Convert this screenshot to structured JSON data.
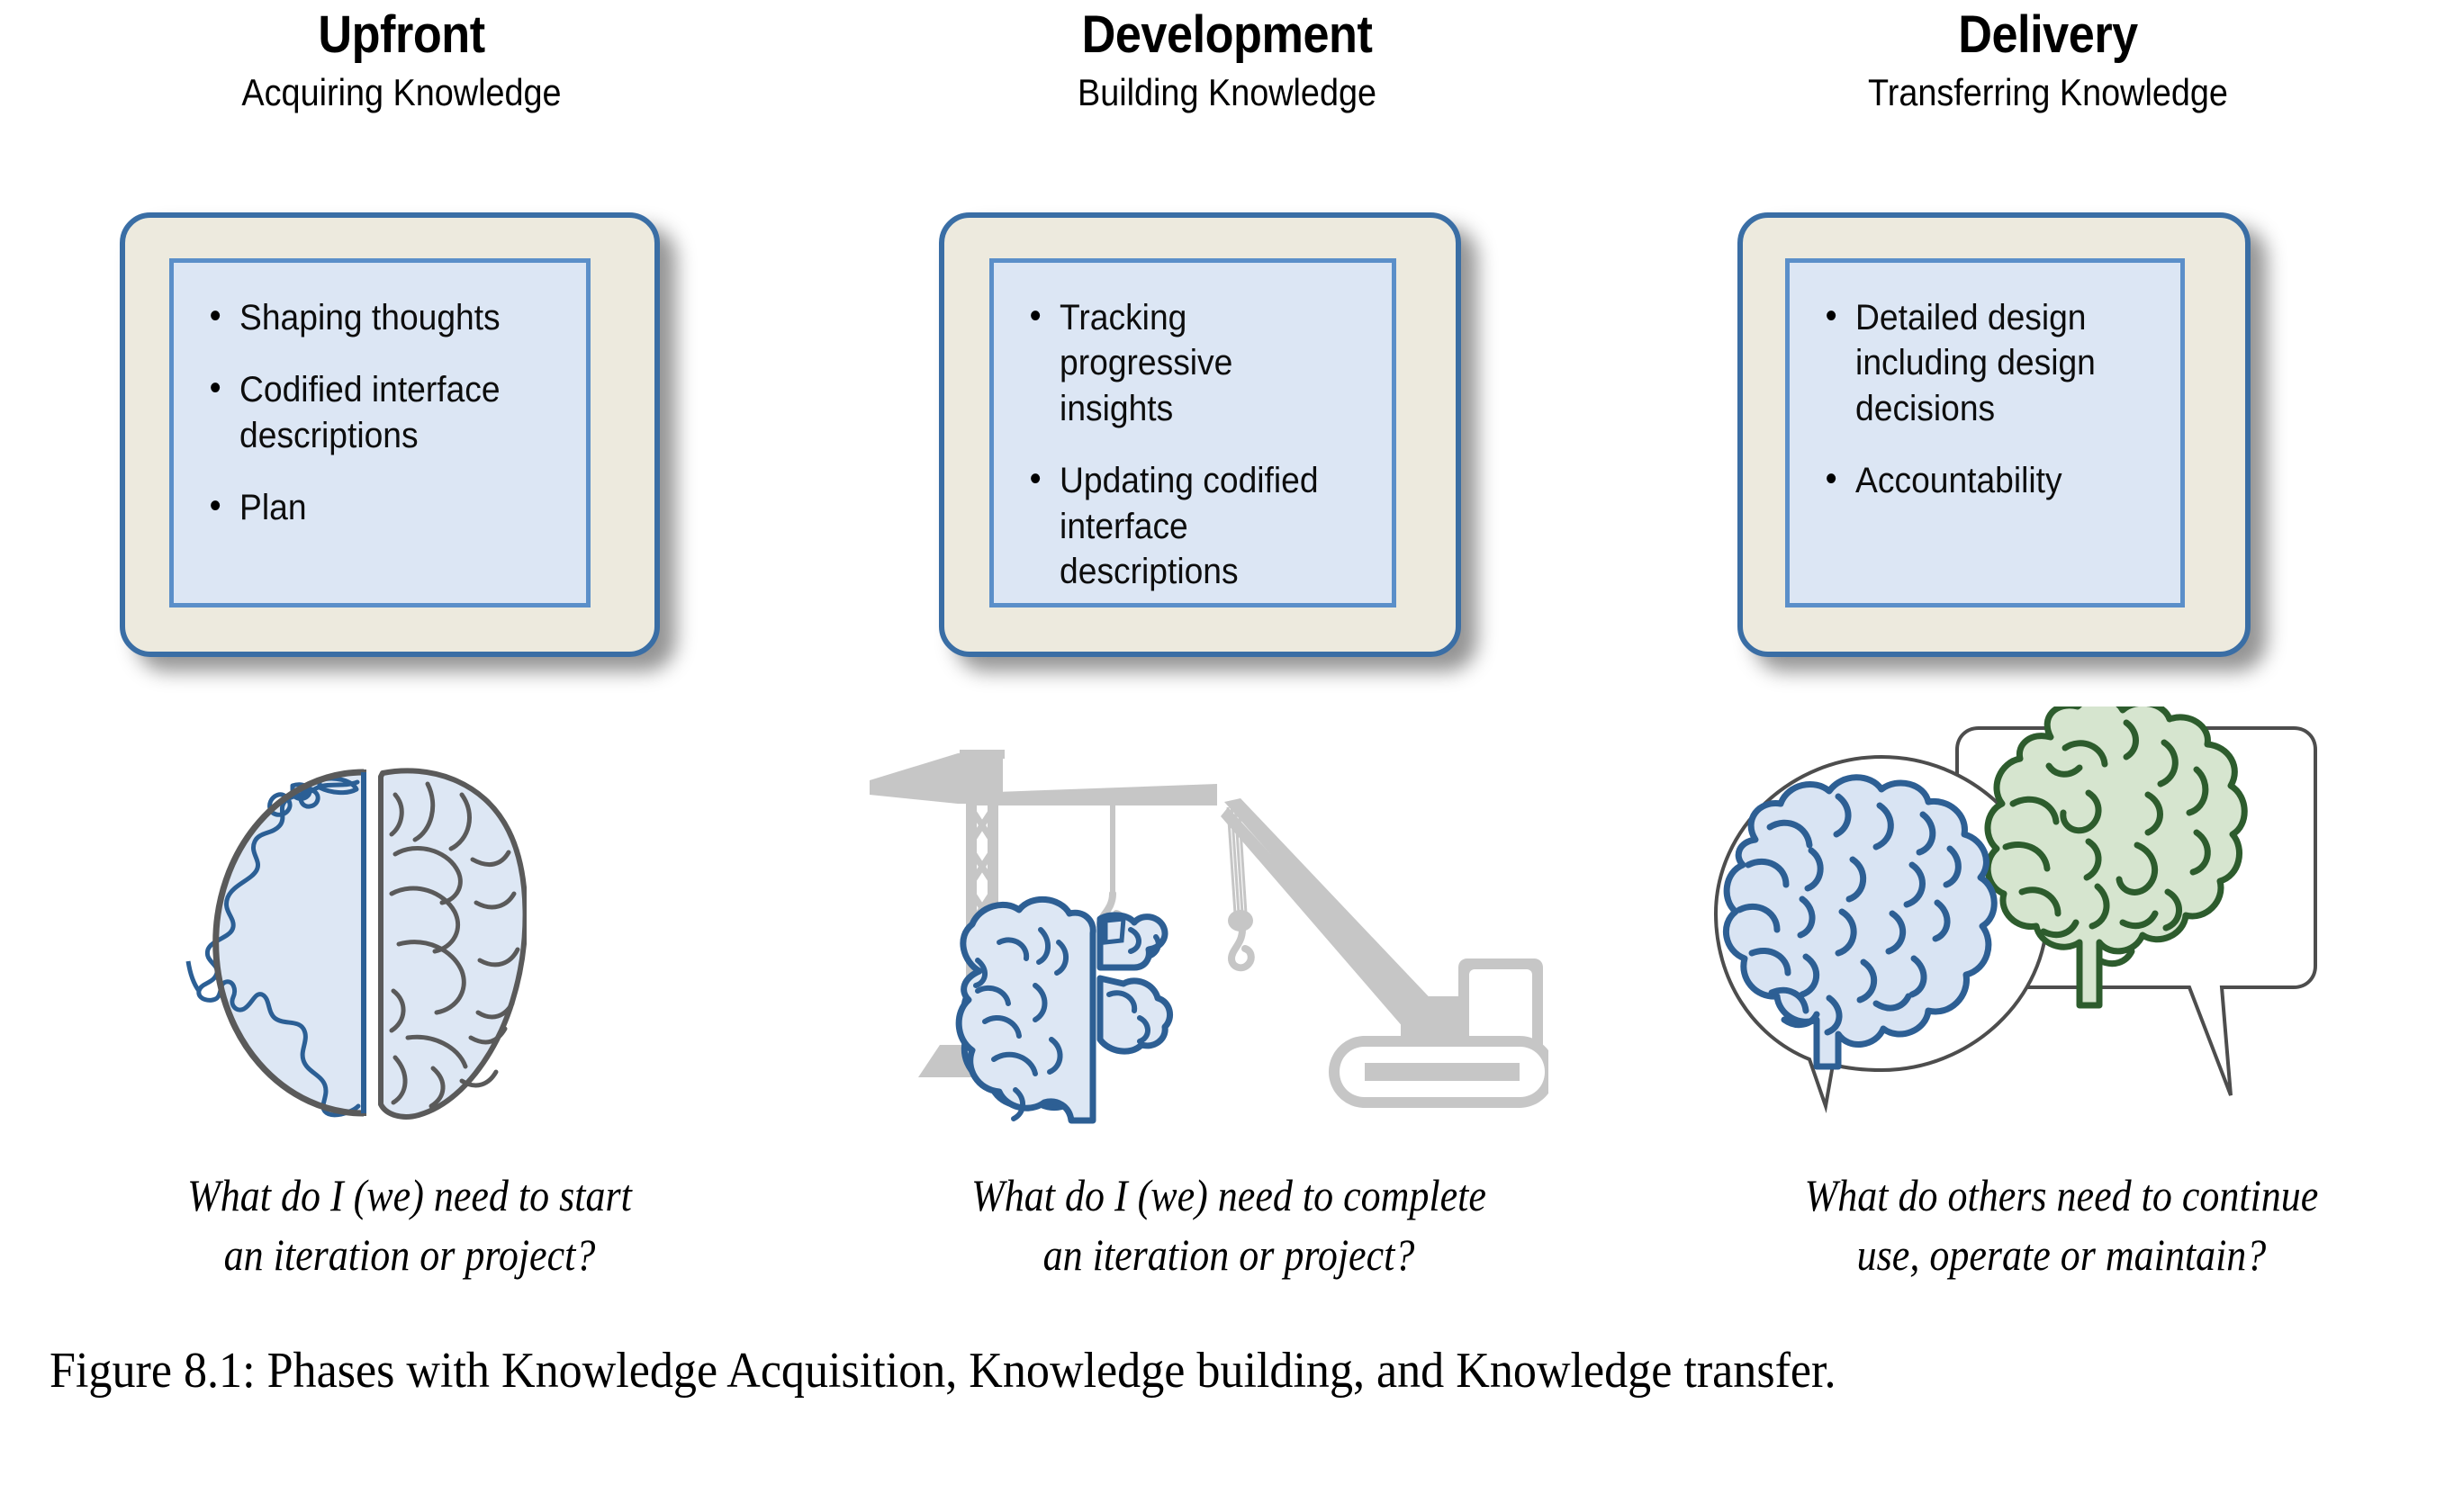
{
  "columns": [
    {
      "title": "Upfront",
      "subtitle": "Acquiring Knowledge",
      "bullets": [
        "Shaping thoughts",
        "Codified interface descriptions",
        "Plan"
      ],
      "icon": "globe-brain-icon",
      "question": "What do I (we) need to start an iteration or project?",
      "question_line1": "What do I (we) need to start",
      "question_line2": "an iteration or project?"
    },
    {
      "title": "Development",
      "subtitle": "Building Knowledge",
      "bullets": [
        "Tracking progressive insights",
        "Updating codified interface descriptions"
      ],
      "icon": "crane-brain-construction-icon",
      "question": "What do I (we) need to complete an iteration or project?",
      "question_line1": "What do I (we) need to complete",
      "question_line2": "an iteration or project?"
    },
    {
      "title": "Delivery",
      "subtitle": "Transferring Knowledge",
      "bullets": [
        "Detailed design including design decisions",
        "Accountability"
      ],
      "icon": "two-brains-speech-bubbles-icon",
      "question": "What do others need to continue use, operate or maintain?",
      "question_line1": "What do others need to continue",
      "question_line2": "use, operate or maintain?"
    }
  ],
  "caption": {
    "text": "Figure 8.1: Phases with Knowledge Acquisition, Knowledge building, and Knowledge transfer."
  },
  "colors": {
    "box_outer_fill": "#edeade",
    "box_outer_border": "#3a6ea5",
    "box_inner_fill": "#dce6f4",
    "box_inner_border": "#5b8fc9",
    "brain_blue_fill": "#d9e4f3",
    "brain_blue_stroke": "#2d5f94",
    "brain_green_fill": "#d5e5ce",
    "brain_green_stroke": "#2c5c2c",
    "globe_stroke": "#5a5a5a",
    "construction_gray": "#c6c6c6",
    "bubble_stroke": "#4d4d4d",
    "text": "#000000",
    "background": "#ffffff"
  }
}
